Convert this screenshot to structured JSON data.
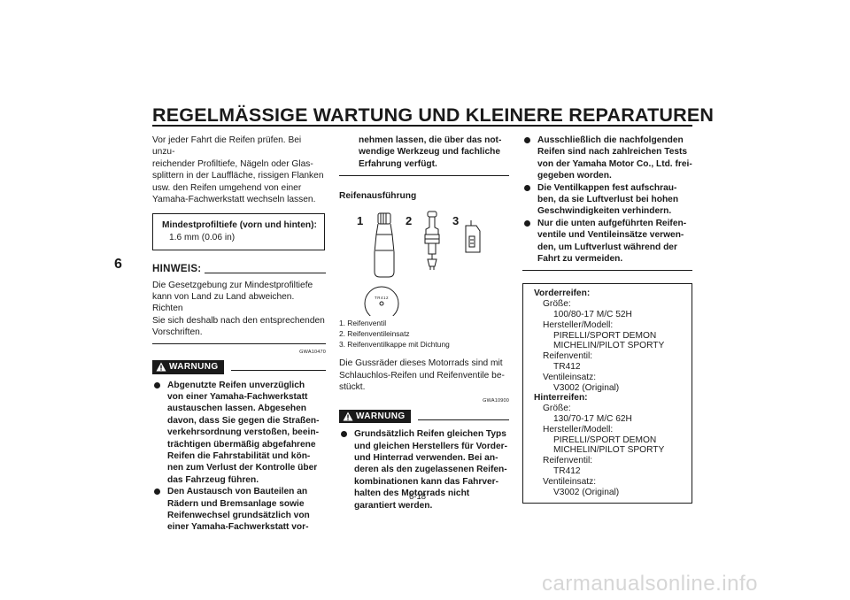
{
  "page": {
    "title": "REGELMÄSSIGE WARTUNG UND KLEINERE REPARATUREN",
    "section_number": "6",
    "page_number": "6-18"
  },
  "col1": {
    "intro": [
      "Vor jeder Fahrt die Reifen prüfen. Bei unzu-",
      "reichender Profiltiefe, Nägeln oder Glas-",
      "splittern in der Lauffläche, rissigen Flanken",
      "usw. den Reifen umgehend von einer",
      "Yamaha-Fachwerkstatt wechseln lassen."
    ],
    "box_label": "Mindestprofiltiefe (vorn und hinten):",
    "box_value": "1.6 mm (0.06 in)",
    "hinweis_label": "HINWEIS:",
    "hinweis_text": [
      "Die Gesetzgebung zur Mindestprofiltiefe",
      "kann von Land zu Land abweichen. Richten",
      "Sie sich deshalb nach den entsprechenden",
      "Vorschriften."
    ],
    "code": "GWA10470",
    "warn_label": "WARNUNG",
    "bullets": [
      [
        "Abgenutzte Reifen unverzüglich",
        "von einer Yamaha-Fachwerkstatt",
        "austauschen lassen. Abgesehen",
        "davon, dass Sie gegen die Straßen-",
        "verkehrsordnung verstoßen, beein-",
        "trächtigen übermäßig abgefahrene",
        "Reifen die Fahrstabilität und kön-",
        "nen zum Verlust der Kontrolle über",
        "das Fahrzeug führen."
      ],
      [
        "Den Austausch von Bauteilen an",
        "Rädern und Bremsanlage sowie",
        "Reifenwechsel grundsätzlich von",
        "einer Yamaha-Fachwerkstatt vor-"
      ]
    ]
  },
  "col2": {
    "cont": [
      "nehmen lassen, die über das not-",
      "wendige Werkzeug und fachliche",
      "Erfahrung verfügt."
    ],
    "heading": "Reifenausführung",
    "figure_labels": [
      "1",
      "2",
      "3"
    ],
    "valve_text": "TR412",
    "legend": [
      "1.  Reifenventil",
      "2.  Reifenventileinsatz",
      "3.  Reifenventilkappe mit Dichtung"
    ],
    "para": [
      "Die Gussräder dieses Motorrads sind mit",
      "Schlauchlos-Reifen und Reifenventile be-",
      "stückt."
    ],
    "code": "GWA10900",
    "warn_label": "WARNUNG",
    "bullets": [
      [
        "Grundsätzlich Reifen gleichen Typs",
        "und gleichen Herstellers für Vorder-",
        "und Hinterrad verwenden. Bei an-",
        "deren als den zugelassenen Reifen-",
        "kombinationen kann das Fahrver-",
        "halten des Motorrads nicht",
        "garantiert werden."
      ]
    ]
  },
  "col3": {
    "bullets": [
      [
        "Ausschließlich die nachfolgenden",
        "Reifen sind nach zahlreichen Tests",
        "von der Yamaha Motor Co., Ltd. frei-",
        "gegeben worden."
      ],
      [
        "Die Ventilkappen fest aufschrau-",
        "ben, da sie Luftverlust bei hohen",
        "Geschwindigkeiten verhindern."
      ],
      [
        "Nur die unten aufgeführten Reifen-",
        "ventile und Ventileinsätze verwen-",
        "den, um Luftverlust während der",
        "Fahrt zu vermeiden."
      ]
    ],
    "spec": {
      "front_label": "Vorderreifen:",
      "front": [
        {
          "label": "Größe:",
          "values": [
            "100/80-17 M/C 52H"
          ]
        },
        {
          "label": "Hersteller/Modell:",
          "values": [
            "PIRELLI/SPORT DEMON",
            "MICHELIN/PILOT SPORTY"
          ]
        },
        {
          "label": "Reifenventil:",
          "values": [
            "TR412"
          ]
        },
        {
          "label": "Ventileinsatz:",
          "values": [
            "V3002 (Original)"
          ]
        }
      ],
      "rear_label": "Hinterreifen:",
      "rear": [
        {
          "label": "Größe:",
          "values": [
            "130/70-17 M/C 62H"
          ]
        },
        {
          "label": "Hersteller/Modell:",
          "values": [
            "PIRELLI/SPORT DEMON",
            "MICHELIN/PILOT SPORTY"
          ]
        },
        {
          "label": "Reifenventil:",
          "values": [
            "TR412"
          ]
        },
        {
          "label": "Ventileinsatz:",
          "values": [
            "V3002 (Original)"
          ]
        }
      ]
    }
  },
  "footer": {
    "watermark": "carmanualsonline.info"
  }
}
